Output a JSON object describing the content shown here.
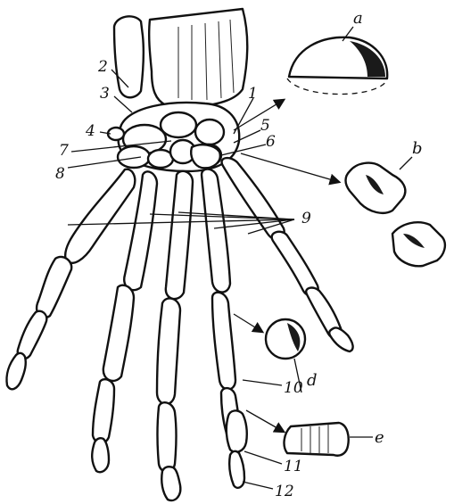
{
  "labels": {
    "n1": "1",
    "n2": "2",
    "n3": "3",
    "n4": "4",
    "n5": "5",
    "n6": "6",
    "n7": "7",
    "n8": "8",
    "n9": "9",
    "n10": "10",
    "n11": "11",
    "n12": "12",
    "a": "a",
    "b": "b",
    "d": "d",
    "e": "e"
  }
}
